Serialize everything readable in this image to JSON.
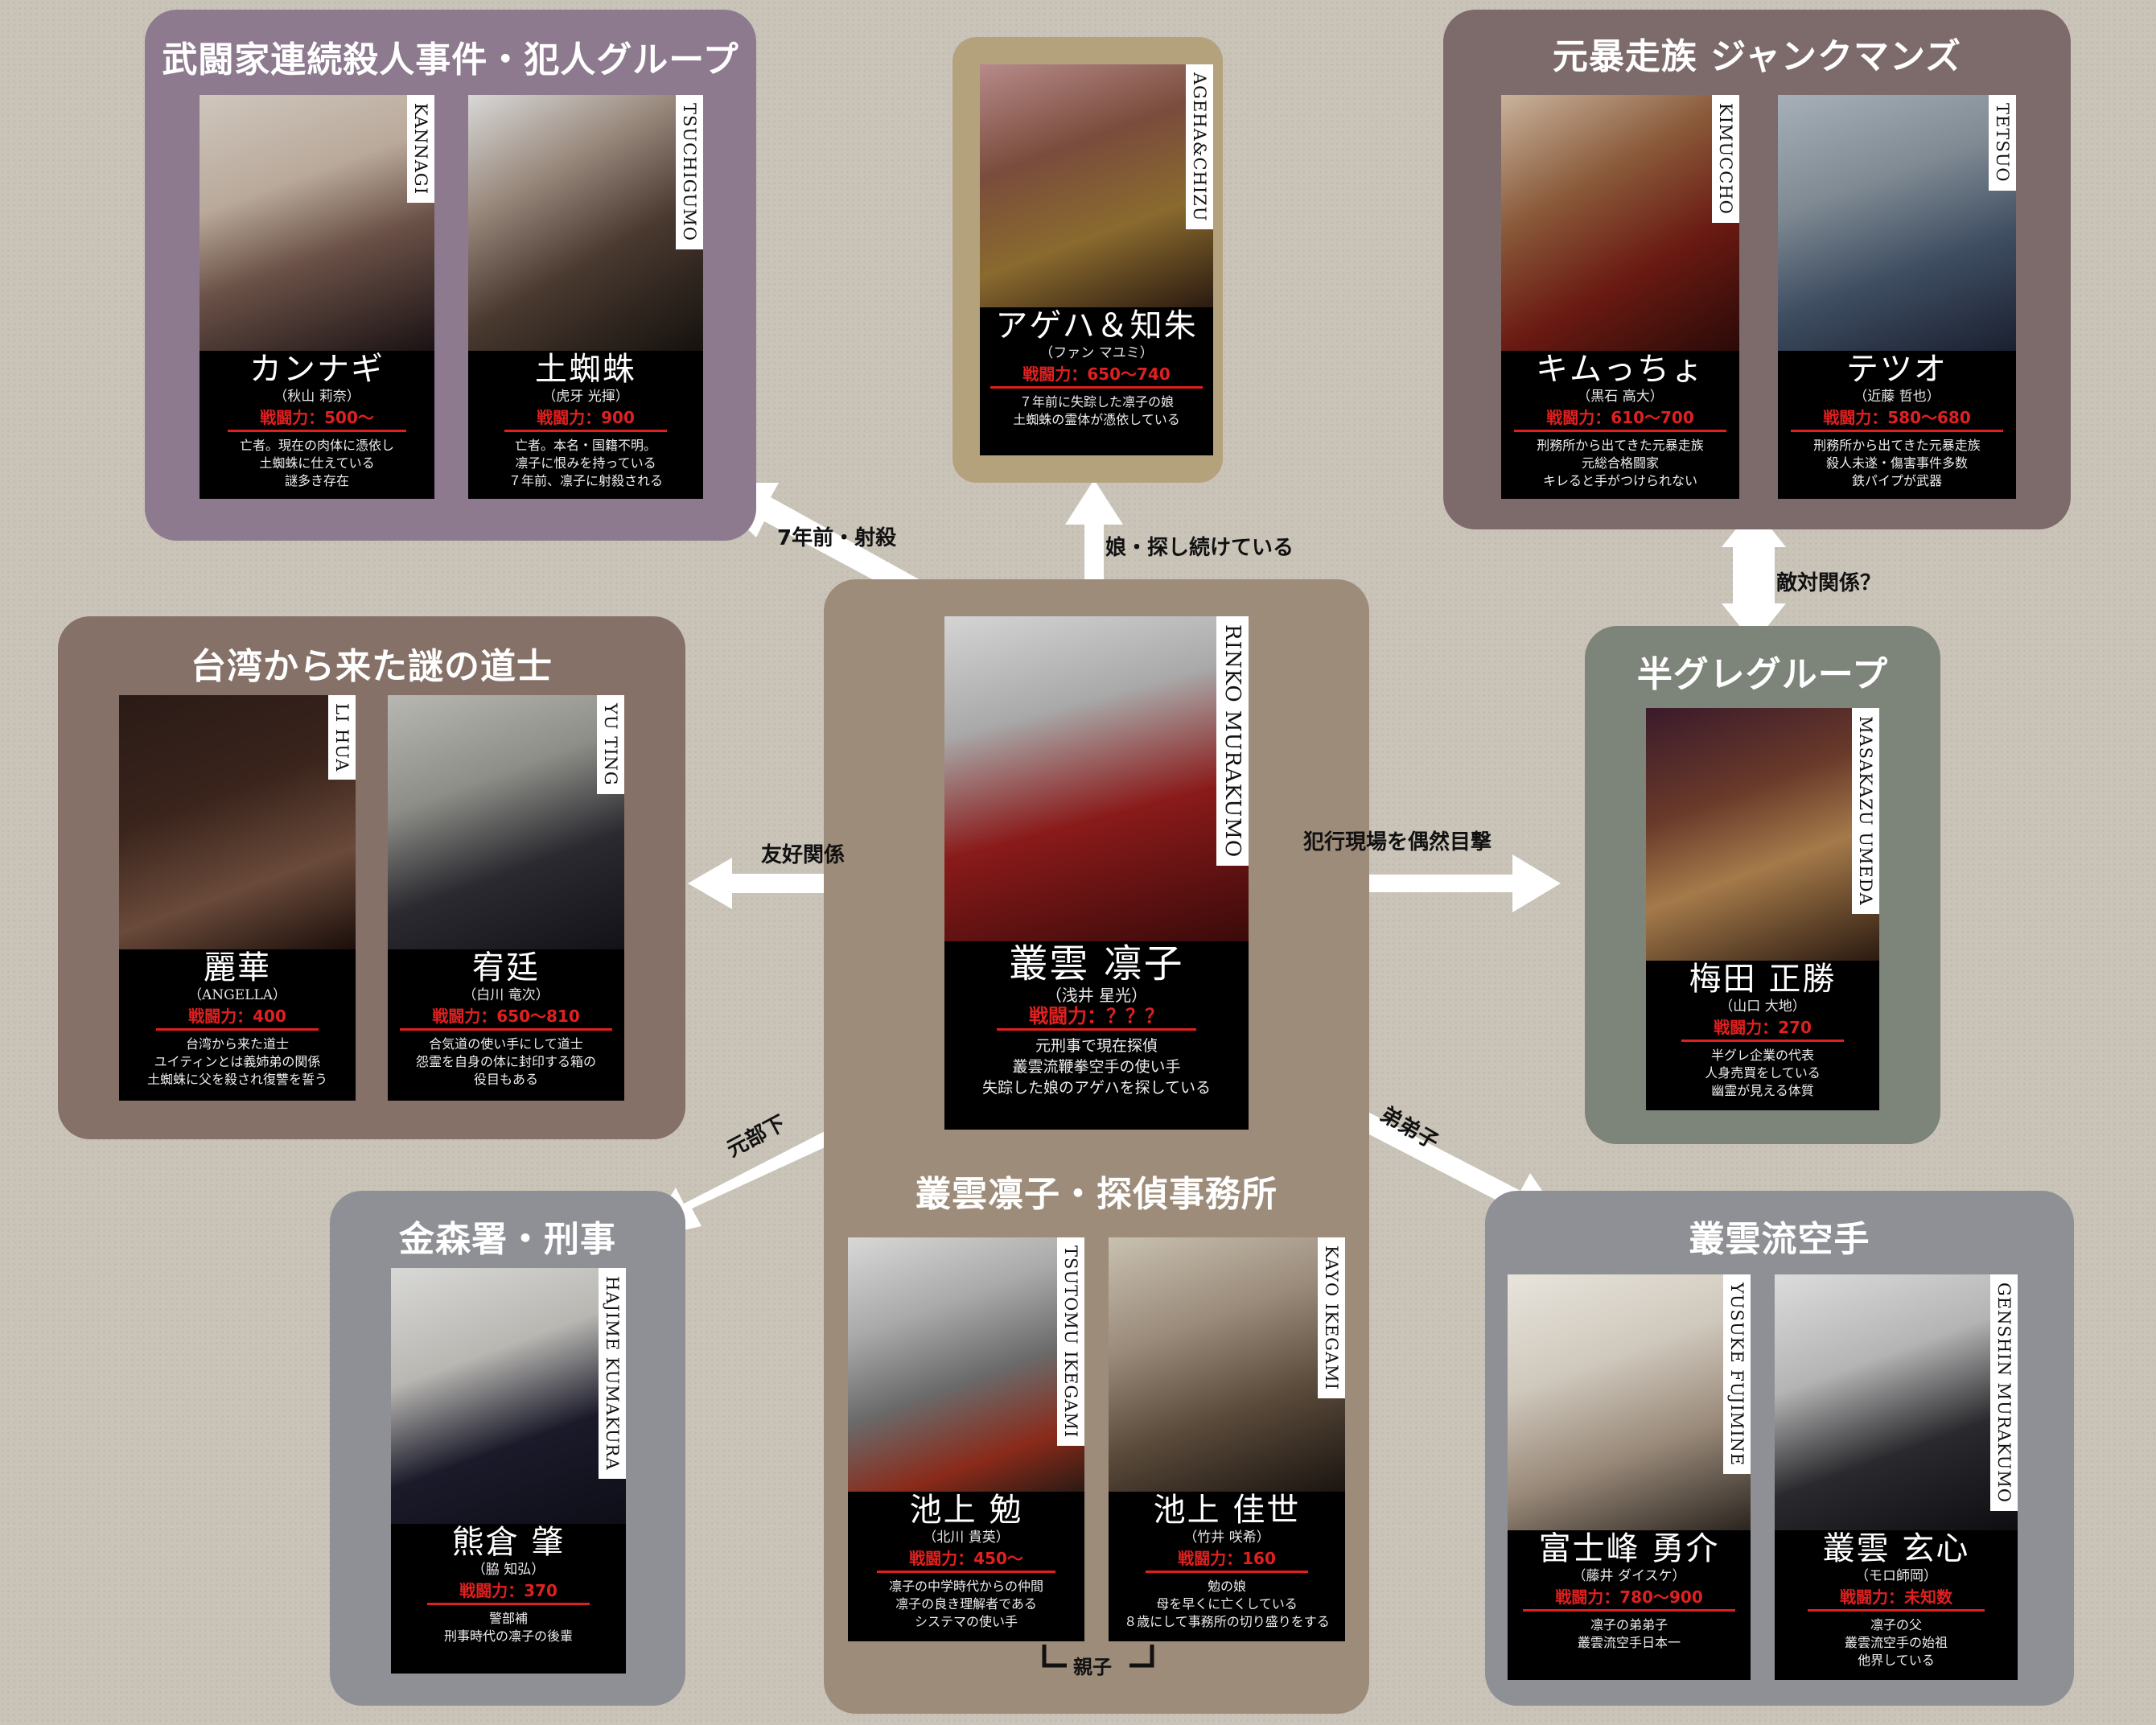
{
  "groups": {
    "murder": "武闘家連続殺人事件・犯人グループ",
    "agehaGroup": "",
    "junk": "元暴走族 ジャンクマンズ",
    "taiwan": "台湾から来た謎の道士",
    "rinko": "",
    "hangure": "半グレグループ",
    "kanamori": "金森署・刑事",
    "office": "叢雲凛子・探偵事務所",
    "karate": "叢雲流空手"
  },
  "colors": {
    "murder": "#8e7a8f",
    "agehaFrame": "#b4a27d",
    "junk": "#7d6a6a",
    "taiwan": "#857167",
    "rinko": "#9d8c7a",
    "hangure": "#7d847a",
    "kanamori": "#8f9096",
    "karate": "#8f9096",
    "power": "#e02020"
  },
  "cards": {
    "kannagi": {
      "vname": "KANNAGI",
      "name": "カンナギ",
      "actor": "（秋山 莉奈）",
      "power": "戦闘力：500〜",
      "desc": "亡者。現在の肉体に憑依し\n土蜘蛛に仕えている\n謎多き存在"
    },
    "tsuchigumo": {
      "vname": "TSUCHIGUMO",
      "name": "土蜘蛛",
      "actor": "（虎牙 光揮）",
      "power": "戦闘力：900",
      "desc": "亡者。本名・国籍不明。\n凛子に恨みを持っている\n７年前、凛子に射殺される"
    },
    "ageha": {
      "vname": "AGEHA&CHIZU",
      "name": "アゲハ＆知朱",
      "actor": "（ファン マユミ）",
      "power": "戦闘力：650〜740",
      "desc": "７年前に失踪した凛子の娘\n土蜘蛛の霊体が憑依している"
    },
    "kimuccho": {
      "vname": "KIMUCCHO",
      "name": "キムっちょ",
      "actor": "（黒石 高大）",
      "power": "戦闘力：610〜700",
      "desc": "刑務所から出てきた元暴走族\n元総合格闘家\nキレると手がつけられない"
    },
    "tetsuo": {
      "vname": "TETSUO",
      "name": "テツオ",
      "actor": "（近藤 哲也）",
      "power": "戦闘力：580〜680",
      "desc": "刑務所から出てきた元暴走族\n殺人未遂・傷害事件多数\n鉄パイプが武器"
    },
    "lihua": {
      "vname": "LI HUA",
      "name": "麗華",
      "actor": "（ANGELLA）",
      "power": "戦闘力：400",
      "desc": "台湾から来た道士\nユイティンとは義姉弟の関係\n土蜘蛛に父を殺され復讐を誓う"
    },
    "yuting": {
      "vname": "YU TING",
      "name": "宥廷",
      "actor": "（白川 竜次）",
      "power": "戦闘力：650〜810",
      "desc": "合気道の使い手にして道士\n怨霊を自身の体に封印する箱の\n役目もある"
    },
    "rinko": {
      "vname": "RINKO MURAKUMO",
      "name": "叢雲 凛子",
      "actor": "（浅井 星光）",
      "power": "戦闘力：？？？",
      "desc": "元刑事で現在探偵\n叢雲流鞭拳空手の使い手\n失踪した娘のアゲハを探している"
    },
    "umeda": {
      "vname": "MASAKAZU UMEDA",
      "name": "梅田 正勝",
      "actor": "（山口 大地）",
      "power": "戦闘力：270",
      "desc": "半グレ企業の代表\n人身売買をしている\n幽霊が見える体質"
    },
    "kumakura": {
      "vname": "HAJIME KUMAKURA",
      "name": "熊倉 肇",
      "actor": "（脇 知弘）",
      "power": "戦闘力：370",
      "desc": "警部補\n刑事時代の凛子の後輩"
    },
    "tsutomu": {
      "vname": "TSUTOMU IKEGAMI",
      "name": "池上 勉",
      "actor": "（北川 貴英）",
      "power": "戦闘力：450〜",
      "desc": "凛子の中学時代からの仲間\n凛子の良き理解者である\nシステマの使い手"
    },
    "kayo": {
      "vname": "KAYO IKEGAMI",
      "name": "池上 佳世",
      "actor": "（竹井 咲希）",
      "power": "戦闘力：160",
      "desc": "勉の娘\n母を早くに亡くしている\n８歳にして事務所の切り盛りをする"
    },
    "yusuke": {
      "vname": "YUSUKE FUJIMINE",
      "name": "富士峰 勇介",
      "actor": "（藤井 ダイスケ）",
      "power": "戦闘力：780〜900",
      "desc": "凛子の弟弟子\n叢雲流空手日本一"
    },
    "genshin": {
      "vname": "GENSHIN MURAKUMO",
      "name": "叢雲 玄心",
      "actor": "（モロ師岡）",
      "power": "戦闘力：未知数",
      "desc": "凛子の父\n叢雲流空手の始祖\n他界している"
    }
  },
  "relations": {
    "shot": "7年前・射殺",
    "searching": "娘・探し続けている",
    "hostile": "敵対関係？",
    "friendly": "友好関係",
    "witness": "犯行現場を偶然目撃",
    "formerSub": "元部下",
    "junior": "弟弟子",
    "parentChild": "親子"
  },
  "icons": {
    "arrow": "arrow-icon",
    "bracket": "bracket-icon"
  }
}
